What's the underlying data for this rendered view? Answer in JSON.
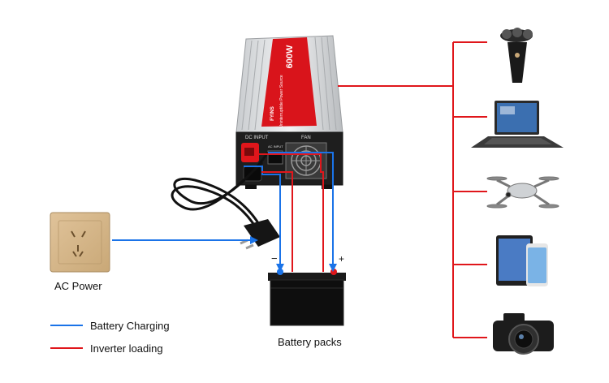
{
  "inverter": {
    "power_label": "600W",
    "brand": "FYINS",
    "product_name": "Uninterruptible Power Source",
    "dc_input_label": "DC INPUT",
    "fan_label": "FAN",
    "ac_input_label": "AC INPUT"
  },
  "ac_power": {
    "label": "AC Power"
  },
  "battery": {
    "label": "Battery packs",
    "minus": "−",
    "plus": "+"
  },
  "devices": [
    "shaver",
    "laptop",
    "drone",
    "tablet-phone",
    "camera"
  ],
  "legend": [
    {
      "label": "Battery Charging",
      "color": "#1a73e8"
    },
    {
      "label": "Inverter loading",
      "color": "#e0161b"
    }
  ],
  "colors": {
    "charging": "#1a73e8",
    "loading": "#e0161b",
    "inverter_accent": "#d9141b"
  }
}
